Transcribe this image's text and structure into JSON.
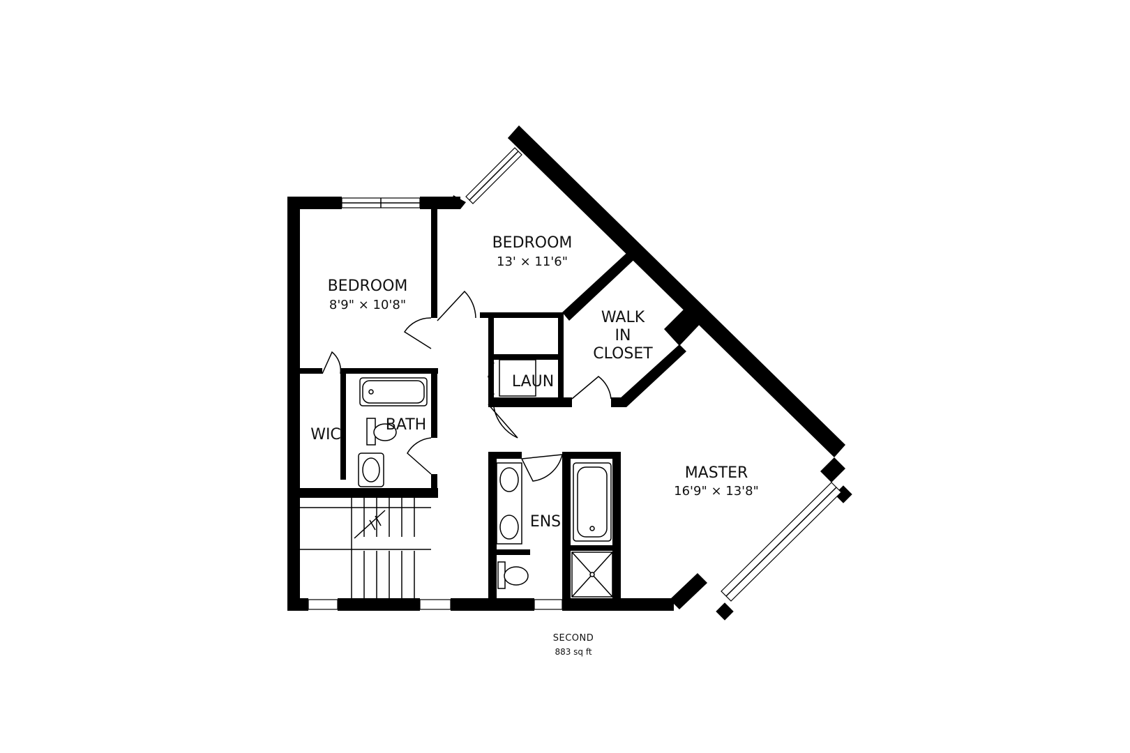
{
  "rooms": {
    "bedroom_left": {
      "name": "BEDROOM",
      "dims": "8'9\" × 10'8\""
    },
    "bedroom_top": {
      "name": "BEDROOM",
      "dims": "13' × 11'6\""
    },
    "walk_in_closet": {
      "line1": "WALK",
      "line2": "IN",
      "line3": "CLOSET"
    },
    "laundry": {
      "name": "LAUN"
    },
    "wic": {
      "name": "WIC"
    },
    "bath": {
      "name": "BATH"
    },
    "ensuite": {
      "name": "ENS"
    },
    "master": {
      "name": "MASTER",
      "dims": "16'9\" × 13'8\""
    }
  },
  "caption": {
    "floor": "SECOND",
    "area": "883 sq ft"
  }
}
